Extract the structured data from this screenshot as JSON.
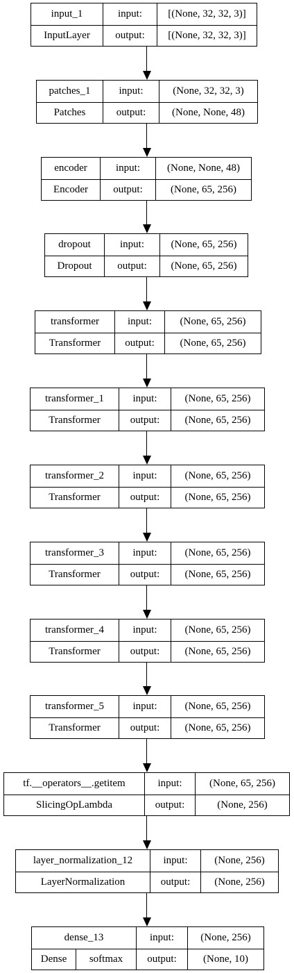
{
  "nodes": [
    {
      "name": "input_1",
      "cls": "InputLayer",
      "in_label": "input:",
      "out_label": "output:",
      "in_shape": "[(None, 32, 32, 3)]",
      "out_shape": "[(None, 32, 32, 3)]"
    },
    {
      "name": "patches_1",
      "cls": "Patches",
      "in_label": "input:",
      "out_label": "output:",
      "in_shape": "(None, 32, 32, 3)",
      "out_shape": "(None, None, 48)"
    },
    {
      "name": "encoder",
      "cls": "Encoder",
      "in_label": "input:",
      "out_label": "output:",
      "in_shape": "(None, None, 48)",
      "out_shape": "(None, 65, 256)"
    },
    {
      "name": "dropout",
      "cls": "Dropout",
      "in_label": "input:",
      "out_label": "output:",
      "in_shape": "(None, 65, 256)",
      "out_shape": "(None, 65, 256)"
    },
    {
      "name": "transformer",
      "cls": "Transformer",
      "in_label": "input:",
      "out_label": "output:",
      "in_shape": "(None, 65, 256)",
      "out_shape": "(None, 65, 256)"
    },
    {
      "name": "transformer_1",
      "cls": "Transformer",
      "in_label": "input:",
      "out_label": "output:",
      "in_shape": "(None, 65, 256)",
      "out_shape": "(None, 65, 256)"
    },
    {
      "name": "transformer_2",
      "cls": "Transformer",
      "in_label": "input:",
      "out_label": "output:",
      "in_shape": "(None, 65, 256)",
      "out_shape": "(None, 65, 256)"
    },
    {
      "name": "transformer_3",
      "cls": "Transformer",
      "in_label": "input:",
      "out_label": "output:",
      "in_shape": "(None, 65, 256)",
      "out_shape": "(None, 65, 256)"
    },
    {
      "name": "transformer_4",
      "cls": "Transformer",
      "in_label": "input:",
      "out_label": "output:",
      "in_shape": "(None, 65, 256)",
      "out_shape": "(None, 65, 256)"
    },
    {
      "name": "transformer_5",
      "cls": "Transformer",
      "in_label": "input:",
      "out_label": "output:",
      "in_shape": "(None, 65, 256)",
      "out_shape": "(None, 65, 256)"
    },
    {
      "name": "tf.__operators__.getitem",
      "cls": "SlicingOpLambda",
      "in_label": "input:",
      "out_label": "output:",
      "in_shape": "(None, 65, 256)",
      "out_shape": "(None, 256)"
    },
    {
      "name": "layer_normalization_12",
      "cls": "LayerNormalization",
      "in_label": "input:",
      "out_label": "output:",
      "in_shape": "(None, 256)",
      "out_shape": "(None, 256)"
    },
    {
      "name": "dense_13",
      "cls": "Dense",
      "activation": "softmax",
      "in_label": "input:",
      "out_label": "output:",
      "in_shape": "(None, 256)",
      "out_shape": "(None, 10)"
    }
  ]
}
